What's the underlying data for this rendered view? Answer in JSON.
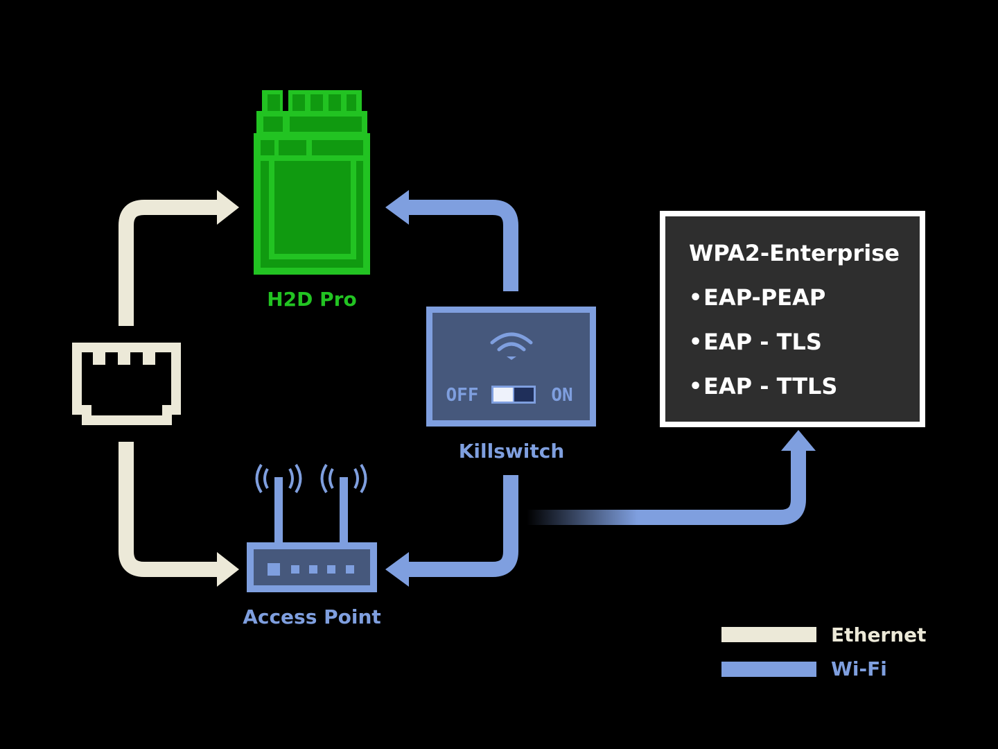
{
  "colors": {
    "background": "#000000",
    "ethernet": "#ece9d8",
    "wifi": "#7f9fdf",
    "device_green": "#22c322",
    "device_green_fill": "#109a10",
    "panel_blue_fill": "#46587c",
    "info_box_fill": "#2e2e2e",
    "info_box_border": "#ffffff"
  },
  "nodes": {
    "printer": {
      "label": "H2D Pro",
      "icon": "printer-module-icon"
    },
    "access_point": {
      "label": "Access Point",
      "icon": "wifi-router-icon"
    },
    "ethernet_port": {
      "icon": "rj45-port-icon"
    },
    "killswitch": {
      "label": "Killswitch",
      "icon": "wifi-icon",
      "off_label": "OFF",
      "on_label": "ON",
      "state": "off"
    }
  },
  "info_box": {
    "title": "WPA2-Enterprise",
    "bullet": "•",
    "items": [
      "EAP-PEAP",
      "EAP - TLS",
      "EAP - TTLS"
    ]
  },
  "legend": {
    "items": [
      {
        "label": "Ethernet",
        "color": "#ece9d8"
      },
      {
        "label": "Wi-Fi",
        "color": "#7f9fdf"
      }
    ]
  }
}
